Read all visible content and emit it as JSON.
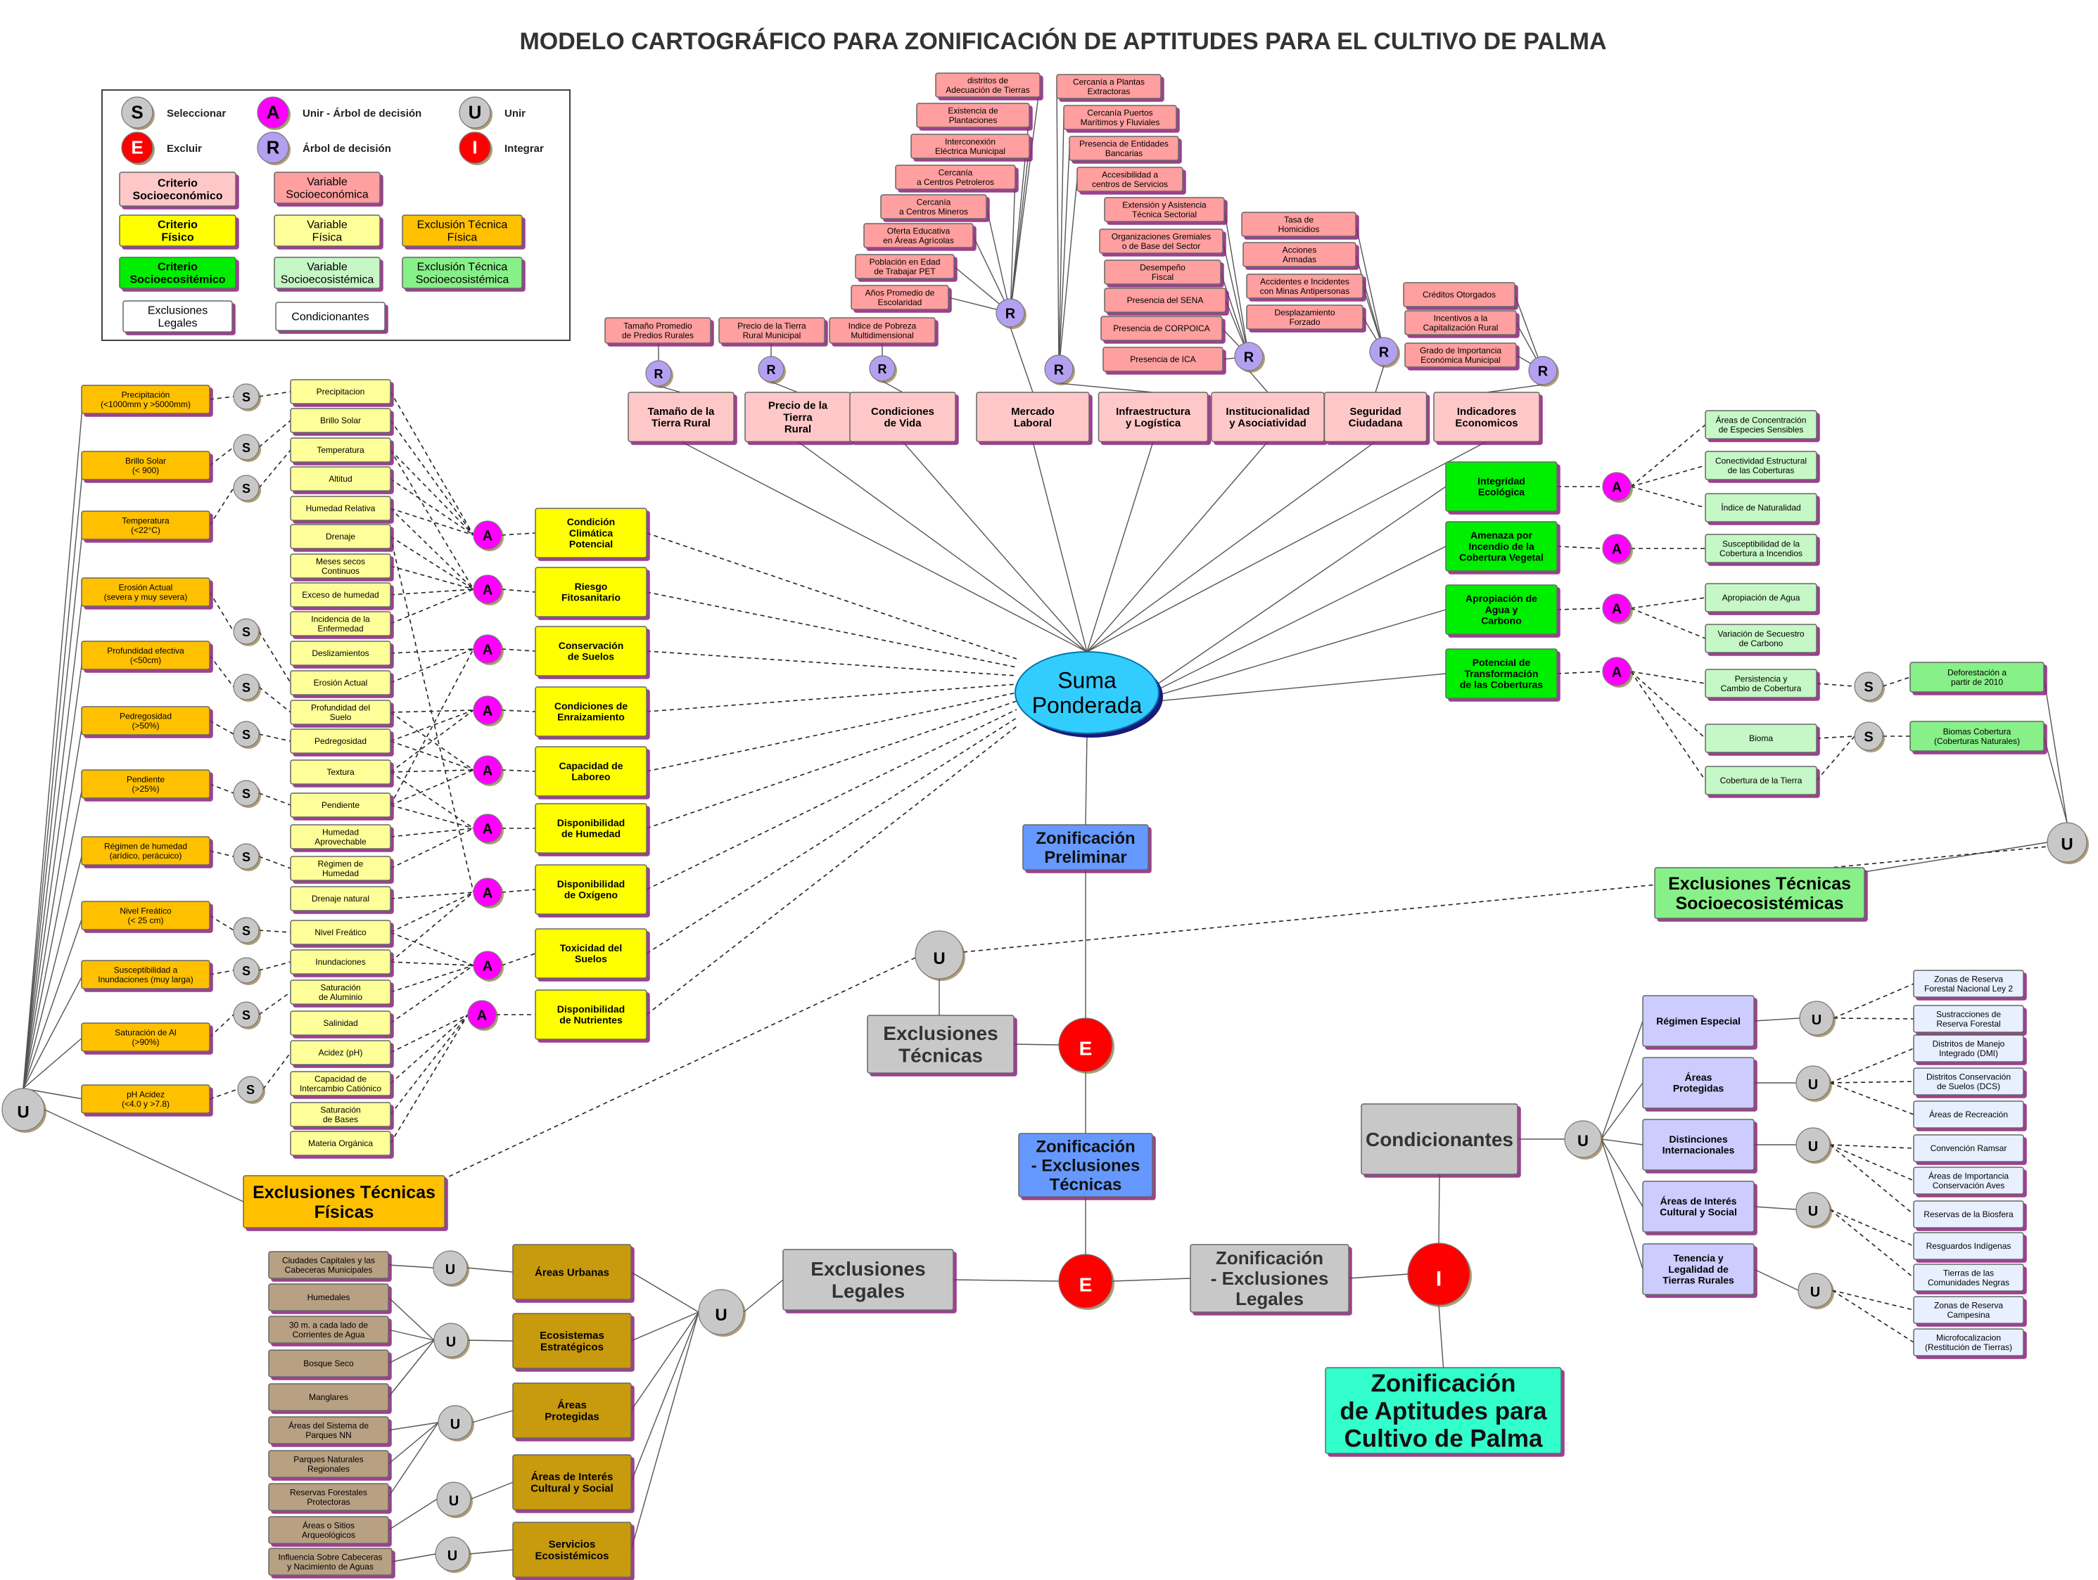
{
  "title": "MODELO CARTOGRÁFICO PARA ZONIFICACIÓN DE APTITUDES PARA EL CULTIVO DE PALMA",
  "colors": {
    "socio_criterion": "#ffc8c8",
    "socio_variable": "#ff9f9f",
    "fisico_criterion": "#ffff00",
    "fisico_variable": "#ffff99",
    "fisico_exclusion": "#ffc000",
    "eco_criterion": "#00ee00",
    "eco_variable": "#c6f7c6",
    "eco_exclusion": "#88f088",
    "legal_variable": "#b8a083",
    "legal_group": "#c89a10",
    "condicionante": "#ccccff",
    "condicionante_var": "#e8f0ff",
    "zonificacion": "#6699ff",
    "suma": "#33ccff",
    "final": "#33ffcc",
    "op_s": "#c8c8c8",
    "op_a": "#ff00ff",
    "op_u": "#c8c8c8",
    "op_e": "#ff0000",
    "op_r": "#b4a0f0",
    "op_i": "#ff0000"
  },
  "legend": {
    "ops": [
      {
        "sym": "S",
        "label": "Seleccionar"
      },
      {
        "sym": "A",
        "label": "Unir - Árbol de decisión"
      },
      {
        "sym": "U",
        "label": "Unir"
      },
      {
        "sym": "E",
        "label": "Excluir"
      },
      {
        "sym": "R",
        "label": "Árbol de decisión"
      },
      {
        "sym": "I",
        "label": "Integrar"
      }
    ],
    "boxes": [
      {
        "text": "Criterio\nSocioeconómico",
        "style": "socio_criterion"
      },
      {
        "text": "Variable\nSocioeconómica",
        "style": "socio_variable"
      },
      {
        "text": "Criterio\nFísico",
        "style": "fisico_criterion"
      },
      {
        "text": "Variable\nFísica",
        "style": "fisico_variable"
      },
      {
        "text": "Exclusión Técnica\nFísica",
        "style": "fisico_exclusion"
      },
      {
        "text": "Criterio\nSocioecositémico",
        "style": "eco_criterion"
      },
      {
        "text": "Variable\nSocioecosistémica",
        "style": "eco_variable"
      },
      {
        "text": "Exclusión Técnica\nSocioecosistémica",
        "style": "eco_exclusion"
      },
      {
        "text": "Exclusiones\nLegales",
        "style": "legal_legend"
      },
      {
        "text": "Condicionantes",
        "style": "cond_legend"
      }
    ]
  },
  "socio_criteria": [
    {
      "text": "Tamaño de la\nTierra Rural",
      "vars": [
        "Tamaño Promedio\nde Predios Rurales"
      ]
    },
    {
      "text": "Precio de la\nTierra\nRural",
      "vars": [
        "Precio de la Tierra\nRural Municipal"
      ]
    },
    {
      "text": "Condiciones\nde Vida",
      "vars": [
        "Indice de Pobreza\nMultidimensional"
      ]
    },
    {
      "text": "Mercado\nLaboral",
      "vars": [
        "distritos de\nAdecuación de Tierras",
        "Existencia de\nPlantaciones",
        "Interconexión\nEléctrica Municipal",
        "Cercanía\na Centros Petroleros",
        "Cercanía\na Centros Mineros",
        "Oferta Educativa\nen Áreas Agrícolas",
        "Población en Edad\nde Trabajar PET",
        "Años Promedio de\nEscolaridad"
      ]
    },
    {
      "text": "Infraestructura\ny Logística",
      "vars": [
        "Cercanía a Plantas\nExtractoras",
        "Cercanía Puertos\nMarítimos y Fluviales",
        "Presencia de Entidades\nBancarias",
        "Accesibilidad a\ncentros de Servicios"
      ]
    },
    {
      "text": "Institucionalidad\ny Asociatividad",
      "vars": [
        "Extensión y Asistencia\nTécnica Sectorial",
        "Organizaciones Gremiales\no de Base del Sector",
        "Desempeño\nFiscal",
        "Presencia del SENA",
        "Presencia de CORPOICA",
        "Presencia de ICA"
      ]
    },
    {
      "text": "Seguridad\nCiudadana",
      "vars": [
        "Tasa de\nHomicidios",
        "Acciones\nArmadas",
        "Accidentes e Incidentes\ncon Minas Antipersonas",
        "Desplazamiento\nForzado"
      ]
    },
    {
      "text": "Indicadores\nEconomicos",
      "vars": [
        "Créditos Otorgados",
        "Incentivos a la\nCapitalización Rural",
        "Grado de Importancia\nEconómica Municipal"
      ]
    }
  ],
  "eco_criteria": [
    {
      "text": "Integridad\nEcológica",
      "vars": [
        "Áreas de Concentración\nde Especies Sensibles",
        "Conectividad Estructural\nde las Coberturas",
        "Índice de Naturalidad"
      ]
    },
    {
      "text": "Amenaza por\nIncendio de la\nCobertura Vegetal",
      "vars": [
        "Susceptibilidad de la\nCobertura a Incendios"
      ]
    },
    {
      "text": "Apropiación de\nAgua y\nCarbono",
      "vars": [
        "Apropiación de Agua",
        "Variación de Secuestro\nde Carbono"
      ]
    },
    {
      "text": "Potencial de\nTransformación\nde las Coberturas",
      "vars": [
        "Persistencia y\nCambio de Cobertura",
        "Bioma",
        "Cobertura de la Tierra"
      ]
    }
  ],
  "eco_exclusions": [
    "Deforestación a\npartir de 2010",
    "Biomas Cobertura\n(Coberturas Naturales)"
  ],
  "exclusiones_socioeco": "Exclusiones Técnicas\nSocioecosistémicas",
  "fisico_criteria": [
    "Condición\nClimática\nPotencial",
    "Riesgo\nFitosanitario",
    "Conservación\nde Suelos",
    "Condiciones de\nEnraizamiento",
    "Capacidad de\nLaboreo",
    "Disponibilidad\nde Humedad",
    "Disponibilidad\nde Oxígeno",
    "Toxicidad del\nSuelos",
    "Disponibilidad\nde Nutrientes"
  ],
  "fisico_variables": [
    "Precipitacion",
    "Brillo Solar",
    "Temperatura",
    "Altitud",
    "Humedad Relativa",
    "Drenaje",
    "Meses secos\nContinuos",
    "Exceso de humedad",
    "Incidencia de la\nEnfermedad",
    "Deslizamientos",
    "Erosión Actual",
    "Profundidad del\nSuelo",
    "Pedregosidad",
    "Textura",
    "Pendiente",
    "Humedad\nAprovechable",
    "Régimen de\nHumedad",
    "Drenaje natural",
    "Nivel Freático",
    "Inundaciones",
    "Saturación\nde Aluminio",
    "Salinidad",
    "Acidez (pH)",
    "Capacidad de\nIntercambio Catiónico",
    "Saturación\nde Bases",
    "Materia Orgánica"
  ],
  "fisico_exclusions": [
    "Precipitación\n(<1000mm y >5000mm)",
    "Brillo Solar\n(< 900)",
    "Temperatura\n(<22°C)",
    "Erosión Actual\n(severa y muy severa)",
    "Profundidad efectiva\n(<50cm)",
    "Pedregosidad\n(>50%)",
    "Pendiente\n(>25%)",
    "Régimen de humedad\n(arídico, perácuico)",
    "Nivel Freático\n(< 25 cm)",
    "Susceptibilidad a\nInundaciones (muy larga)",
    "Saturación de Al\n(>90%)",
    "pH Acidez\n(<4.0 y >7.8)"
  ],
  "exclusiones_fisicas": "Exclusiones Técnicas\nFísicas",
  "center": {
    "suma": "Suma\nPonderada",
    "zon_preliminar": "Zonificación\nPreliminar",
    "exclusiones_tecnicas": "Exclusiones\nTécnicas",
    "zon_excl_tecnicas": "Zonificación\n- Exclusiones\nTécnicas",
    "exclusiones_legales": "Exclusiones\nLegales",
    "zon_excl_legales": "Zonificación\n- Exclusiones\nLegales",
    "condicionantes": "Condicionantes",
    "final": "Zonificación\nde Aptitudes para\nCultivo de Palma"
  },
  "legal_groups": [
    {
      "text": "Áreas Urbanas",
      "vars": [
        "Ciudades Capitales y las\nCabeceras Municipales"
      ]
    },
    {
      "text": "Ecosistemas\nEstratégicos",
      "vars": [
        "Humedales",
        "30 m. a cada lado de\nCorrientes de Agua",
        "Bosque Seco",
        "Manglares"
      ]
    },
    {
      "text": "Áreas\nProtegidas",
      "vars": [
        "Áreas del Sistema de\nParques NN",
        "Parques Naturales\nRegionales",
        "Reservas Forestales\nProtectoras"
      ]
    },
    {
      "text": "Áreas de Interés\nCultural y Social",
      "vars": [
        "Áreas o Sitios\nArqueológicos"
      ]
    },
    {
      "text": "Servicios\nEcosistémicos",
      "vars": [
        "Influencia Sobre Cabeceras\ny Nacimiento de Aguas"
      ]
    }
  ],
  "cond_groups": [
    {
      "text": "Régimen Especial",
      "vars": [
        "Zonas de Reserva\nForestal Nacional Ley 2",
        "Sustracciones de\nReserva Forestal"
      ]
    },
    {
      "text": "Áreas\nProtegidas",
      "vars": [
        "Distritos de Manejo\nIntegrado (DMI)",
        "Distritos Conservación\nde Suelos (DCS)",
        "Áreas de Recreación"
      ]
    },
    {
      "text": "Distinciones\nInternacionales",
      "vars": [
        "Convención Ramsar",
        "Áreas de Importancia\nConservación Aves",
        "Reservas de la Biosfera"
      ]
    },
    {
      "text": "Áreas de Interés\nCultural y Social",
      "vars": [
        "Resguardos Indígenas",
        "Tierras de las\nComunidades Negras"
      ]
    },
    {
      "text": "Tenencia y\nLegalidad de\nTierras Rurales",
      "vars": [
        "Zonas de Reserva\nCampesina",
        "Microfocalizacion\n(Restitución de Tierras)"
      ]
    }
  ]
}
